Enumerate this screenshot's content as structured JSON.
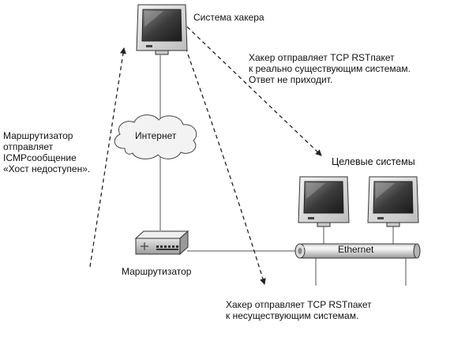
{
  "nodes": {
    "hacker": {
      "label": "Система хакера"
    },
    "internet": {
      "label": "Интернет"
    },
    "router": {
      "label": "Маршрутизатор"
    },
    "targets": {
      "label": "Целевые системы"
    },
    "ethernet": {
      "label": "Ethernet"
    }
  },
  "annotations": {
    "rst_existing": "Хакер отправляет TCP RSTпакет\nк реально существующим системам.\nОтвет не приходит.",
    "rst_nonexistent": "Хакер отправляет TCP RSTпакет\nк несуществующим системам.",
    "icmp_unreachable": "Маршрутизатор\nотправляет\nICMPсообщение\n«Хост недоступен»."
  }
}
